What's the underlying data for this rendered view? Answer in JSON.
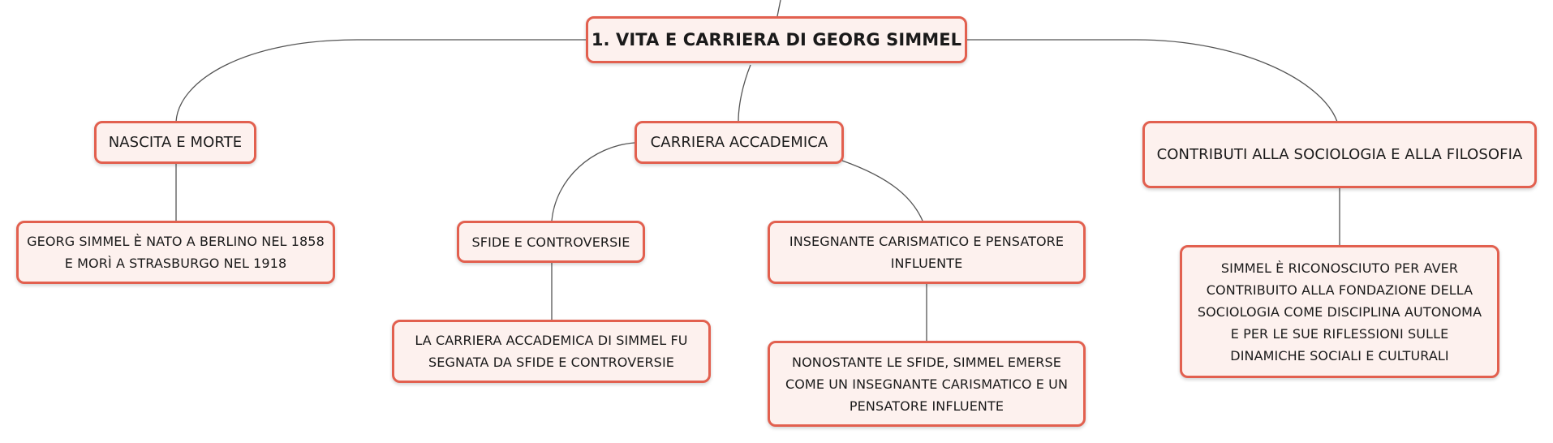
{
  "accent_color": "#e2604f",
  "node_fill": "#fdf1ee",
  "line_color": "#555555",
  "root": {
    "label": "1. VITA E CARRIERA DI GEORG SIMMEL"
  },
  "topics": {
    "birth_death": "NASCITA E MORTE",
    "academic_career": "CARRIERA ACCADEMICA",
    "contributions": "CONTRIBUTI ALLA SOCIOLOGIA E ALLA FILOSOFIA",
    "challenges": "SFIDE E CONTROVERSIE",
    "teacher": "INSEGNANTE CARISMATICO E PENSATORE INFLUENTE"
  },
  "details": {
    "birth_death": "GEORG SIMMEL È NATO A BERLINO NEL 1858 E MORÌ A STRASBURGO NEL 1918",
    "challenges": "LA CARRIERA ACCADEMICA DI SIMMEL FU SEGNATA DA SFIDE E CONTROVERSIE",
    "teacher": "NONOSTANTE LE SFIDE, SIMMEL EMERSE COME UN INSEGNANTE CARISMATICO E UN PENSATORE INFLUENTE",
    "contributions": "SIMMEL È RICONOSCIUTO PER AVER CONTRIBUITO ALLA FONDAZIONE DELLA SOCIOLOGIA COME DISCIPLINA AUTONOMA E PER LE SUE RIFLESSIONI SULLE DINAMICHE SOCIALI E CULTURALI"
  }
}
